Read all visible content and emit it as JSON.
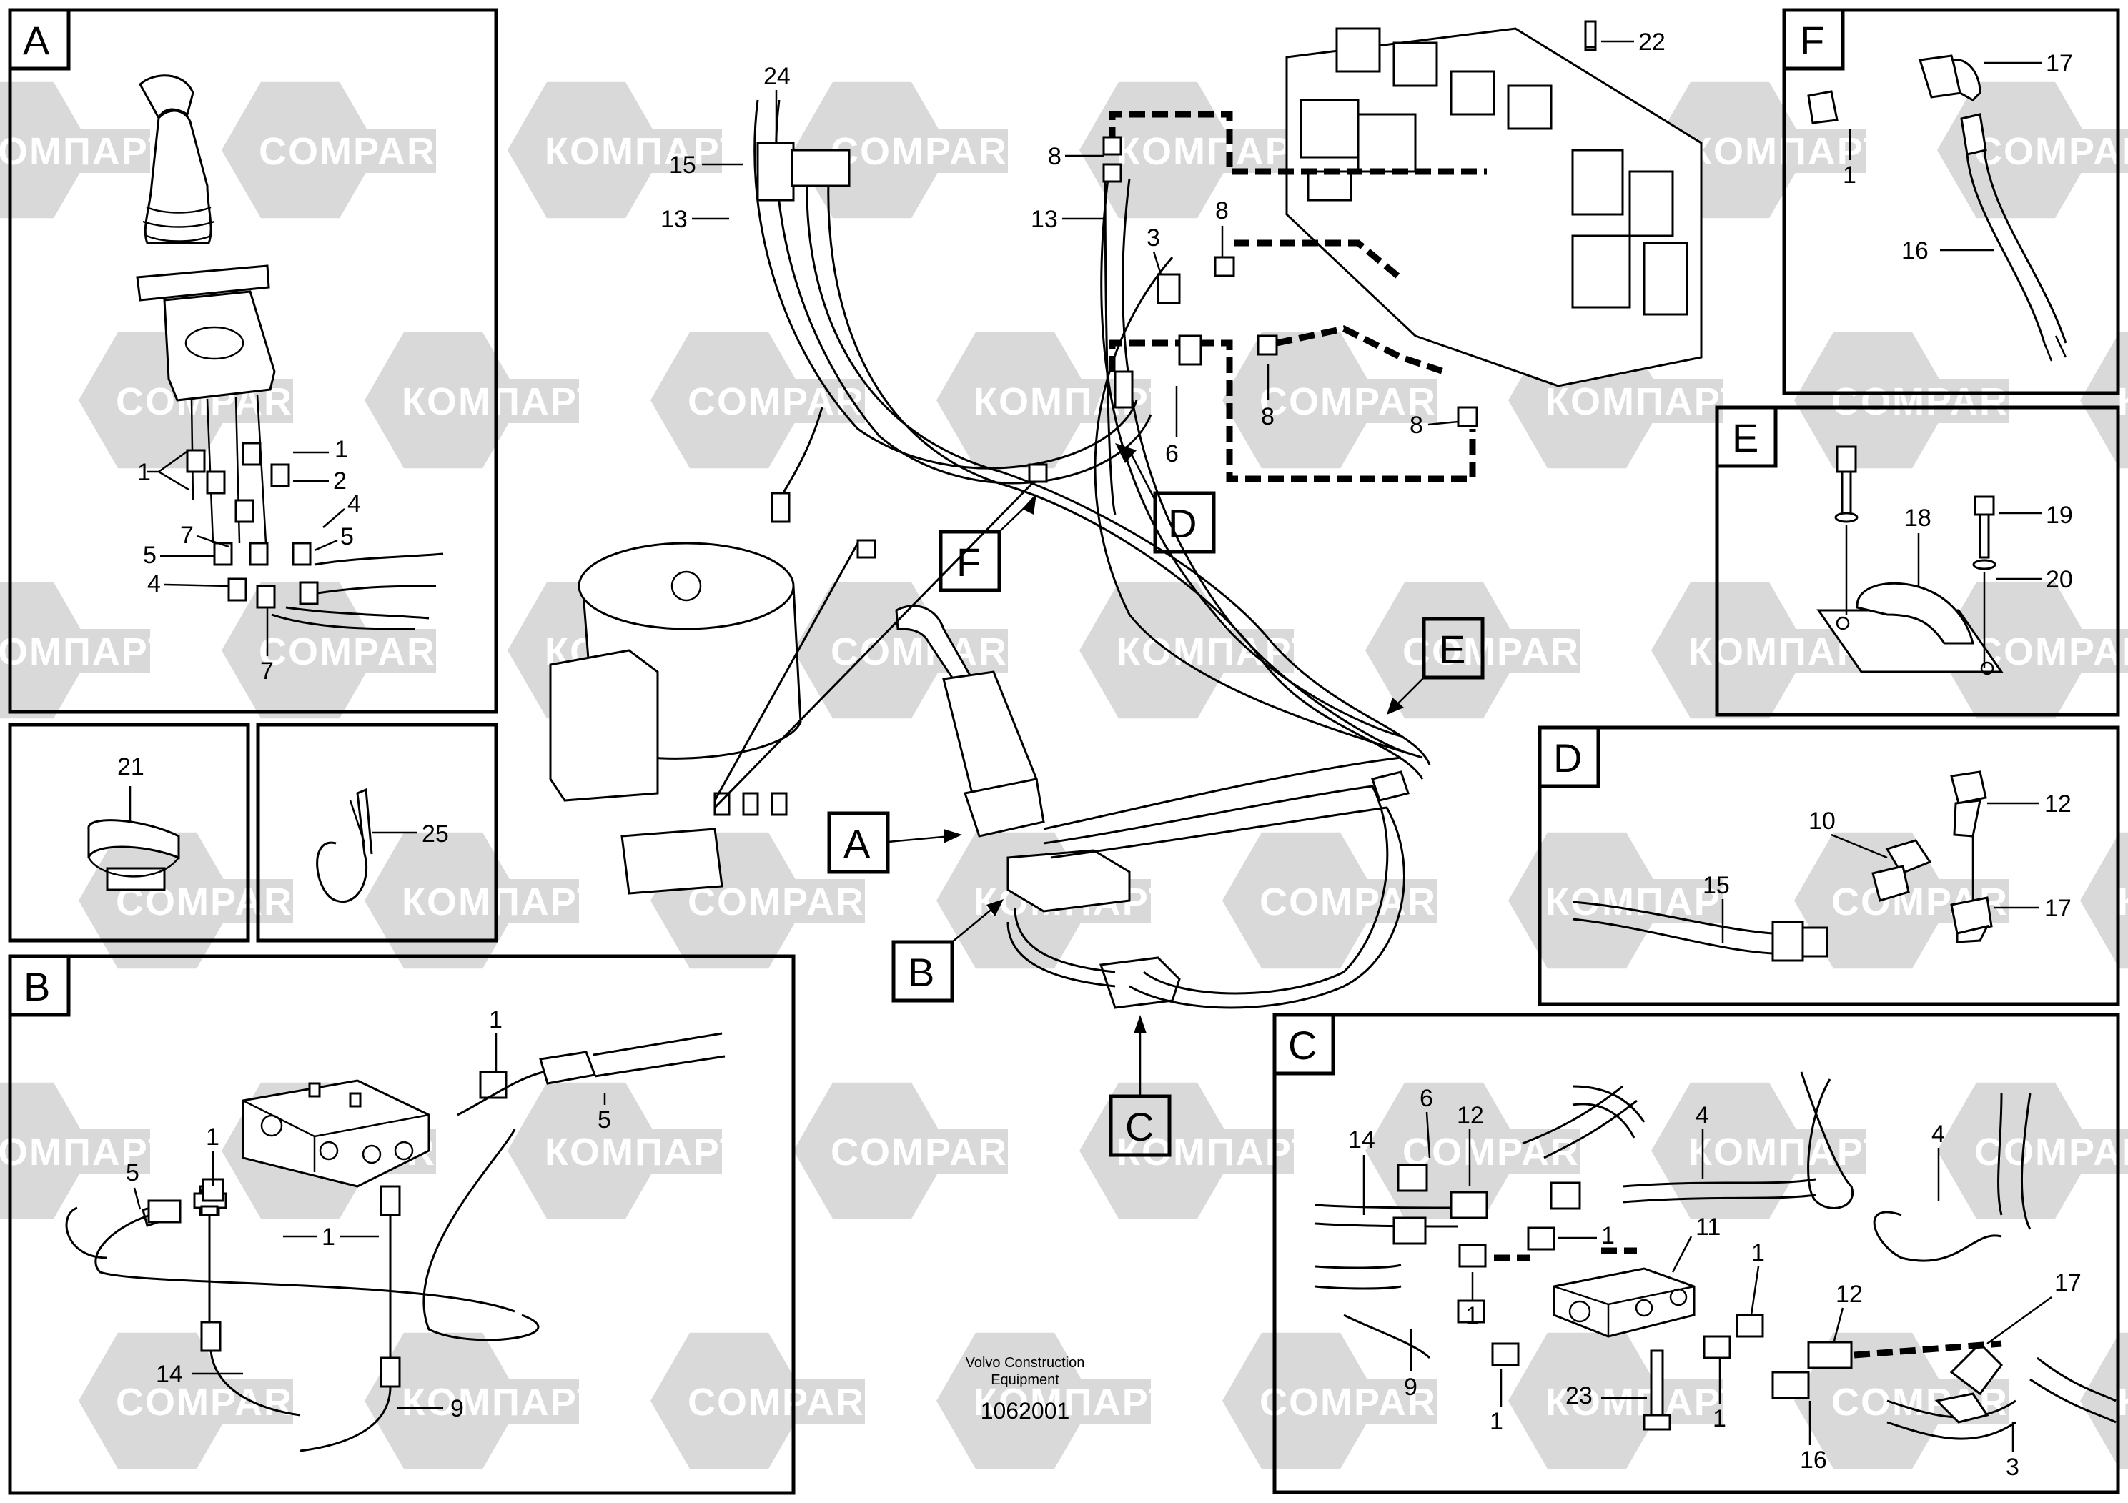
{
  "document": {
    "footer_brand": "Volvo Construction",
    "footer_sub": "Equipment",
    "drawing_number": "1062001"
  },
  "watermark": {
    "text_cyrillic": "КОМПАРТ",
    "text_latin": "COMPART"
  },
  "detail_letters": {
    "A": "A",
    "B": "B",
    "C": "C",
    "D": "D",
    "E": "E",
    "F": "F"
  },
  "callouts": {
    "main_24": "24",
    "main_22": "22",
    "main_15": "15",
    "main_13a": "13",
    "main_13b": "13",
    "main_8a": "8",
    "main_8b": "8",
    "main_8c": "8",
    "main_8d": "8",
    "main_3": "3",
    "main_6": "6",
    "a_1a": "1",
    "a_1b": "1",
    "a_2": "2",
    "a_4a": "4",
    "a_4b": "4",
    "a_5a": "5",
    "a_5b": "5",
    "a_7a": "7",
    "a_7b": "7",
    "box21": "21",
    "box25": "25",
    "b_1a": "1",
    "b_1b": "1",
    "b_1c": "1",
    "b_5a": "5",
    "b_5b": "5",
    "b_14": "14",
    "b_9": "9",
    "c_14": "14",
    "c_6": "6",
    "c_12a": "12",
    "c_4a": "4",
    "c_4b": "4",
    "c_1a": "1",
    "c_11": "11",
    "c_1b": "1",
    "c_1c": "1",
    "c_1d": "1",
    "c_1e": "1",
    "c_12b": "12",
    "c_17": "17",
    "c_9": "9",
    "c_23": "23",
    "c_16": "16",
    "c_3": "3",
    "d_12": "12",
    "d_10": "10",
    "d_15": "15",
    "d_17": "17",
    "e_18": "18",
    "e_19": "19",
    "e_20": "20",
    "f_17": "17",
    "f_1": "1",
    "f_16": "16"
  },
  "colors": {
    "line": "#000000",
    "watermark_fill": "#d9d9d9",
    "background": "#ffffff"
  }
}
